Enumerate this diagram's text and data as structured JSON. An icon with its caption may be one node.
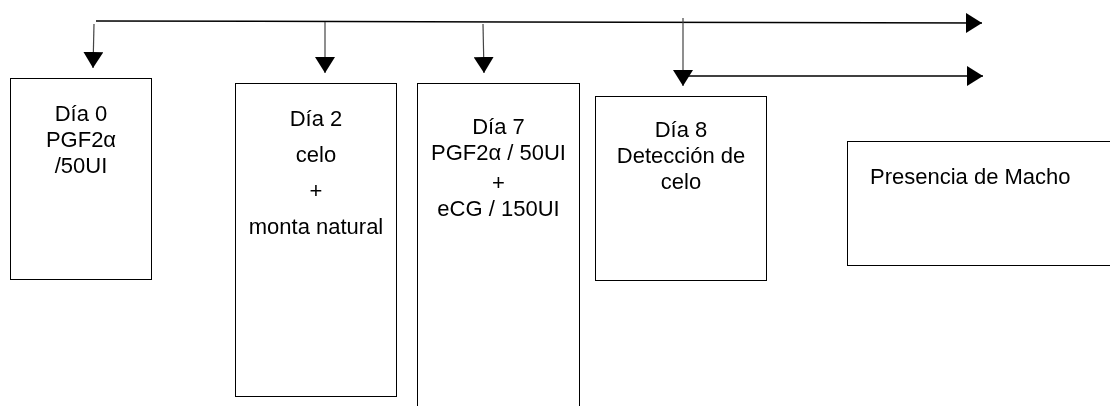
{
  "diagram": {
    "nodes": [
      {
        "text": [
          "Día 0 PGF2α /50UI"
        ]
      },
      {
        "text": [
          "Día 2",
          "celo",
          "+",
          "monta natural"
        ]
      },
      {
        "text": [
          "Día 7",
          "PGF2α / 50UI",
          "+",
          "eCG / 150UI"
        ]
      },
      {
        "text": [
          "Día 8",
          "Detección de celo"
        ]
      },
      {
        "text": [
          "Presencia de Macho"
        ]
      }
    ],
    "edges": [
      {
        "from": null,
        "to": 0,
        "arrow": "to"
      },
      {
        "from": null,
        "to": 1,
        "arrow": "to"
      },
      {
        "from": null,
        "to": 2,
        "arrow": "to"
      },
      {
        "from": null,
        "to": 3,
        "arrow": "to"
      }
    ]
  }
}
